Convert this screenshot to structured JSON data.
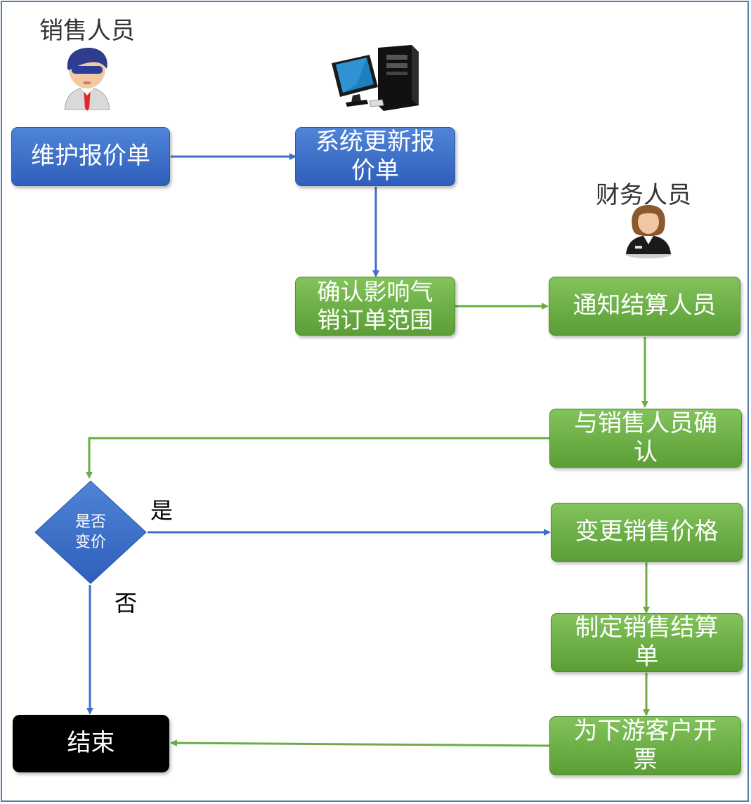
{
  "roles": {
    "sales": "销售人员",
    "finance": "财务人员"
  },
  "nodes": {
    "maintain_quote": "维护报价单",
    "system_update": "系统更新报\n价单",
    "confirm_range": "确认影响气\n销订单范围",
    "notify_settlement": "通知结算人员",
    "confirm_with_sales": "与销售人员确\n认",
    "decision": "是否\n变价",
    "change_price": "变更销售价格",
    "make_statement": "制定销售结算\n单",
    "invoice_customer": "为下游客户开\n票",
    "end": "结束"
  },
  "edge_labels": {
    "yes": "是",
    "no": "否"
  },
  "icons": {
    "sales": "salesman-avatar-icon",
    "system": "computer-server-icon",
    "finance": "finance-woman-avatar-icon"
  },
  "colors": {
    "process_blue": "#3a6cc8",
    "process_green": "#6db545",
    "end_black": "#000000",
    "arrow_blue": "#3f6fc9",
    "arrow_green": "#6aad45",
    "frame": "#4f7fae"
  }
}
